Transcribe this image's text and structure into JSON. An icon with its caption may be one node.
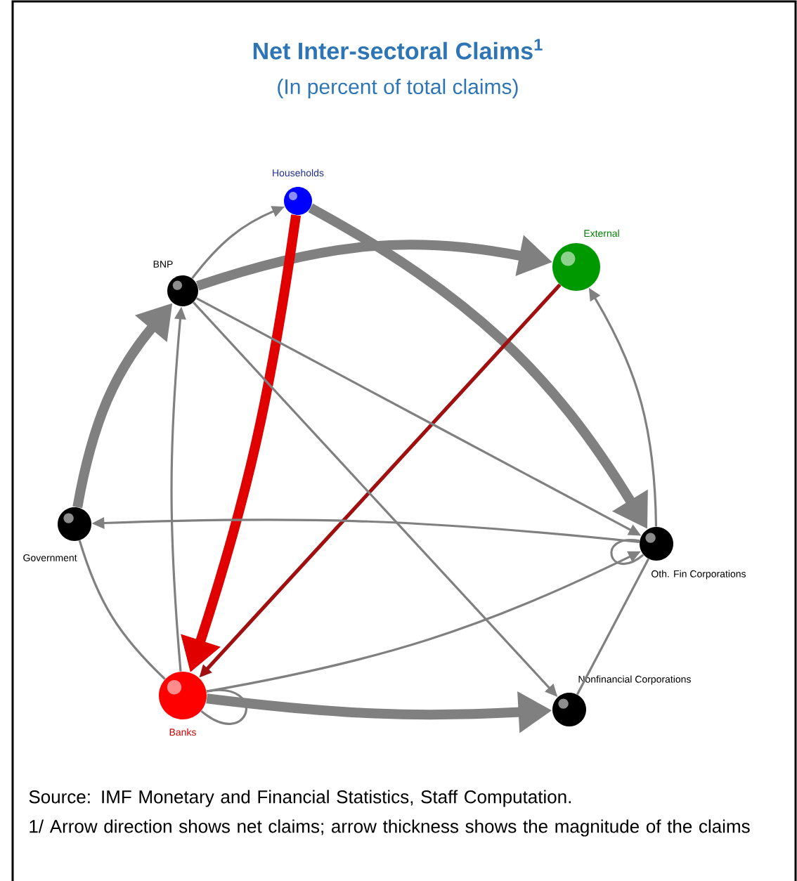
{
  "diagram": {
    "title": "Net Inter-sectoral Claims$^{1}$",
    "nodes": [
      {
        "text": [
          "Households"
        ]
      },
      {
        "text": [
          "BNP"
        ]
      },
      {
        "text": [
          "External"
        ]
      },
      {
        "text": [
          "Government"
        ]
      },
      {
        "text": [
          "Oth. Fin Corporations"
        ]
      },
      {
        "text": [
          "Banks"
        ]
      },
      {
        "text": [
          "Nonfinancial Corporations"
        ]
      }
    ],
    "edges": [
      {
        "from": 1,
        "to": 0,
        "arrow": "to"
      },
      {
        "from": 1,
        "to": 2,
        "arrow": "to",
        "style": "thick"
      },
      {
        "from": 0,
        "to": 4,
        "arrow": "to",
        "style": "thick"
      },
      {
        "from": 0,
        "to": 5,
        "arrow": "to",
        "style": "thick",
        "color": "#e00000"
      },
      {
        "from": 2,
        "to": 5,
        "arrow": "to",
        "color": "#a01010"
      },
      {
        "from": 3,
        "to": 1,
        "arrow": "to",
        "style": "thick"
      },
      {
        "from": 5,
        "to": 1,
        "arrow": "to"
      },
      {
        "from": 1,
        "to": 4,
        "arrow": "to"
      },
      {
        "from": 1,
        "to": 6,
        "arrow": "to"
      },
      {
        "from": 4,
        "to": 3,
        "arrow": "to"
      },
      {
        "from": 4,
        "to": 2,
        "arrow": "to"
      },
      {
        "from": 5,
        "to": 4,
        "arrow": "to"
      },
      {
        "from": 5,
        "to": 6,
        "arrow": "to",
        "style": "thick"
      },
      {
        "from": 3,
        "to": 5,
        "arrow": "none"
      },
      {
        "from": 6,
        "to": 4,
        "arrow": "none"
      },
      {
        "from": 5,
        "to": 5,
        "arrow": "none"
      },
      {
        "from": 4,
        "to": 4,
        "arrow": "none"
      }
    ],
    "labels": [
      "(In percent of total claims)",
      "Source: IMF Monetary and Financial Statistics, Staff Computation.",
      "1/ Arrow direction shows net claims; arrow thickness shows the magnitude of the claims"
    ]
  }
}
